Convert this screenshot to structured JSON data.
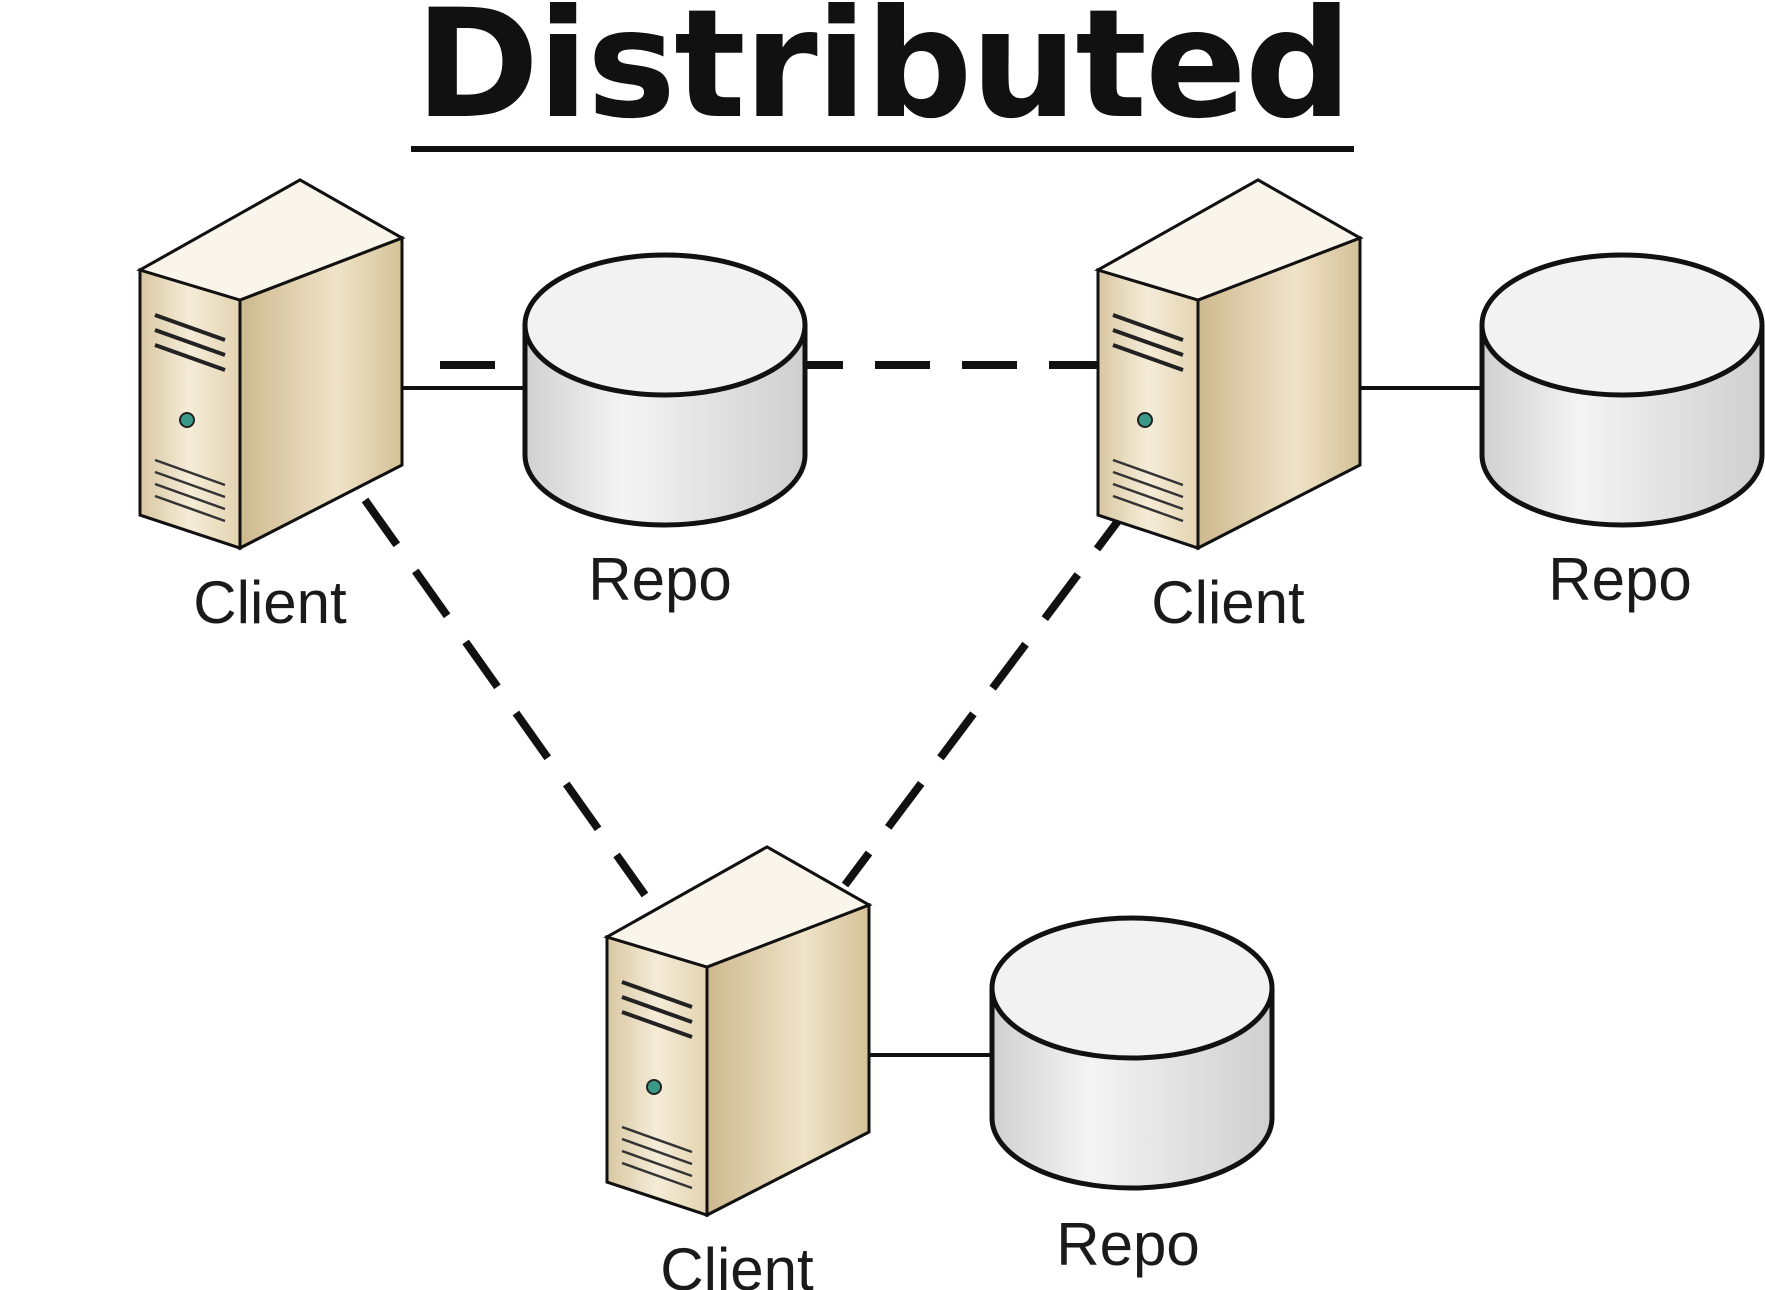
{
  "title": "Distributed",
  "nodes": [
    {
      "client_label": "Client",
      "repo_label": "Repo"
    },
    {
      "client_label": "Client",
      "repo_label": "Repo"
    },
    {
      "client_label": "Client",
      "repo_label": "Repo"
    }
  ],
  "colors": {
    "server_front": "#e9dcc0",
    "server_side": "#c8b48c",
    "server_top": "#f6efe0",
    "repo_fill": "#e6e6e6",
    "line": "#111111"
  }
}
